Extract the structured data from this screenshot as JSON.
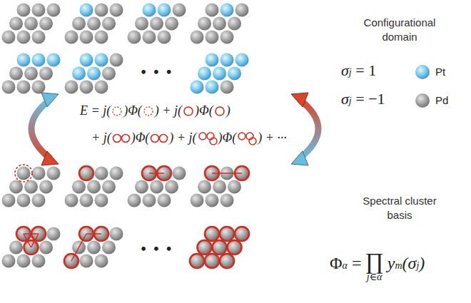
{
  "diagram": {
    "labels": [
      "Configurational domain",
      "σ",
      "j",
      "= 1",
      "Pt",
      "σ",
      "j",
      "= −1",
      "Pd",
      "• • •",
      "• • •",
      "E = j(",
      ")Φ(",
      ") + j(",
      ")Φ(",
      ")",
      "+ j(",
      ")Φ(",
      ") + j(",
      ")Φ(",
      ") + ···",
      "Spectral cluster basis",
      "Φ",
      "α",
      "=",
      "∏",
      "j∈α",
      "y",
      "m",
      "(σ",
      "j",
      ")"
    ]
  }
}
